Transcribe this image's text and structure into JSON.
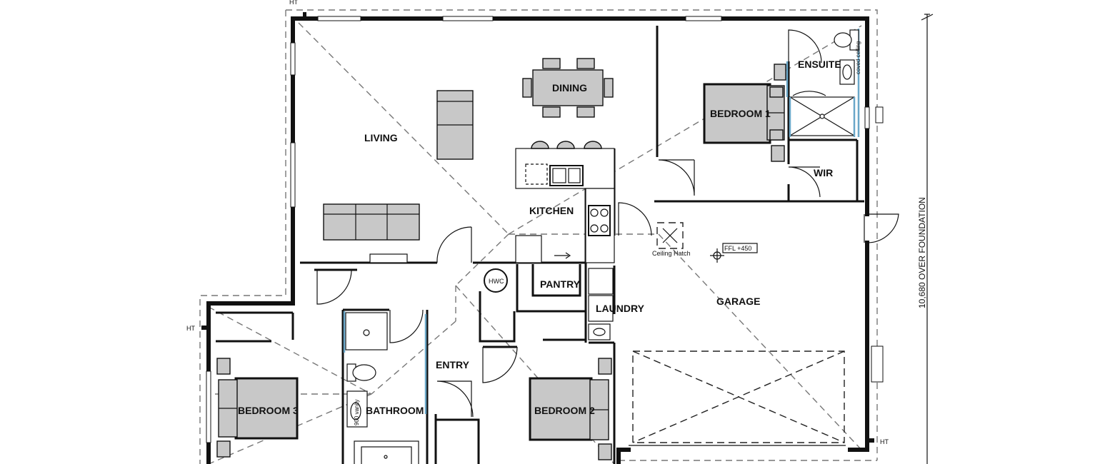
{
  "rooms": {
    "living": "LIVING",
    "dining": "DINING",
    "kitchen": "KITCHEN",
    "pantry": "PANTRY",
    "laundry": "LAUNDRY",
    "garage": "GARAGE",
    "entry": "ENTRY",
    "bathroom": "BATHROOM",
    "bedroom1": "BEDROOM 1",
    "bedroom2": "BEDROOM 2",
    "bedroom3": "BEDROOM 3",
    "ensuite": "ENSUITE",
    "wir": "WIR"
  },
  "labels": {
    "hwc": "HWC",
    "ceiling_hatch": "Ceiling Hatch",
    "ffl": "FFL +450",
    "coved_ceiling": "coved ceiling",
    "vanity": "900 vanity",
    "ht_top": "HT",
    "ht_left": "HT",
    "ht_right": "HT"
  },
  "dimension": {
    "text": "10,680 OVER FOUNDATION"
  }
}
